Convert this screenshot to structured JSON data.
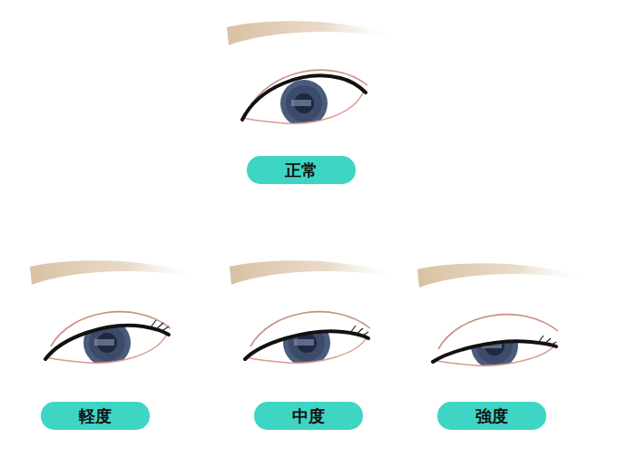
{
  "diagram": {
    "nodes": [
      {
        "text": [
          "正常"
        ]
      },
      {
        "text": [
          "軽度"
        ]
      },
      {
        "text": [
          "中度"
        ]
      },
      {
        "text": [
          "強度"
        ]
      }
    ]
  }
}
